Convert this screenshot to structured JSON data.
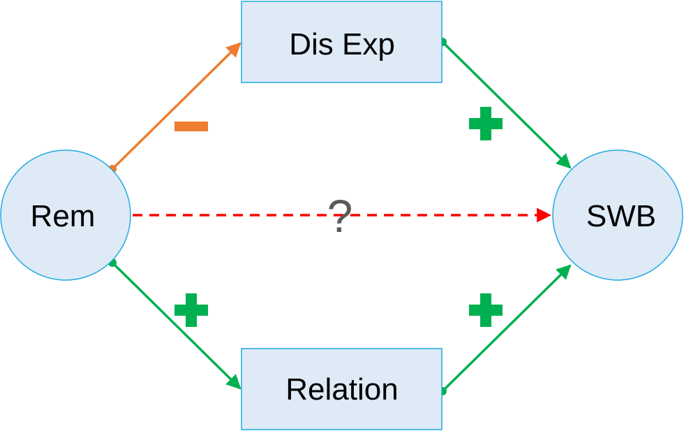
{
  "nodes": {
    "rem": {
      "label": "Rem"
    },
    "swb": {
      "label": "SWB"
    },
    "dis_exp": {
      "label": "Dis Exp"
    },
    "relation": {
      "label": "Relation"
    }
  },
  "edges": {
    "rem_to_dis_exp": {
      "sign": "−",
      "color": "#ED7D31"
    },
    "dis_exp_to_swb": {
      "sign": "+",
      "color": "#00B050"
    },
    "rem_to_relation": {
      "sign": "+",
      "color": "#00B050"
    },
    "relation_to_swb": {
      "sign": "+",
      "color": "#00B050"
    },
    "rem_to_swb": {
      "sign": "?",
      "color": "#FF0000",
      "style": "dashed"
    }
  },
  "colors": {
    "node_fill": "#DEEAF6",
    "node_border": "#1FA9E0",
    "question_mark": "#595959"
  }
}
